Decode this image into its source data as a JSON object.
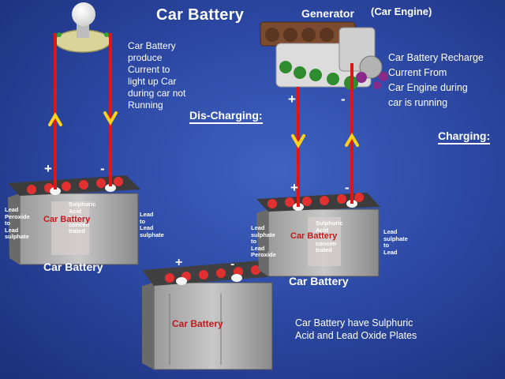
{
  "title": "Car Battery",
  "generator": {
    "label": "Generator",
    "engine_label": "(Car Engine)"
  },
  "discharging_label": "Dis-Charging:",
  "charging_label": "Charging:",
  "discharge_note": [
    "Car Battery",
    "produce",
    "Current to",
    "light up Car",
    "during car not",
    "Running"
  ],
  "recharge_note": [
    "Car Battery  Recharge",
    "Current From",
    "Car Engine during",
    "car is running"
  ],
  "bottom_note": [
    "Car Battery have Sulphuric",
    "Acid and Lead Oxide Plates"
  ],
  "battery_left": {
    "caption": "Car Battery",
    "case_label": "Car Battery",
    "left_plate": [
      "Lead",
      "Peroxide",
      "to",
      "Lead",
      "sulphate"
    ],
    "acid": [
      "Sulphuric",
      "Acid",
      "Less",
      "concen",
      "trated"
    ],
    "right_plate": [
      "Lead",
      "to",
      "Lead",
      "sulphate"
    ]
  },
  "battery_right": {
    "caption": "Car Battery",
    "case_label": "Car Battery",
    "left_plate": [
      "Lead",
      "sulphate",
      "to",
      "Lead",
      "Peroxide"
    ],
    "acid": [
      "Sulphuric",
      "Acid",
      "more",
      "concen",
      "trated"
    ],
    "right_plate": [
      "Lead",
      "sulphate",
      "to",
      "Lead"
    ]
  },
  "battery_bottom": {
    "case_label": "Car Battery"
  },
  "signs": {
    "plus": "+",
    "minus": "-"
  },
  "colors": {
    "wire": "#e21414",
    "arrow": "#ffd21a",
    "background": "#2d4aa6"
  },
  "icons": [
    "light-bulb-icon",
    "engine-icon",
    "arrow-up-icon",
    "arrow-down-icon"
  ]
}
